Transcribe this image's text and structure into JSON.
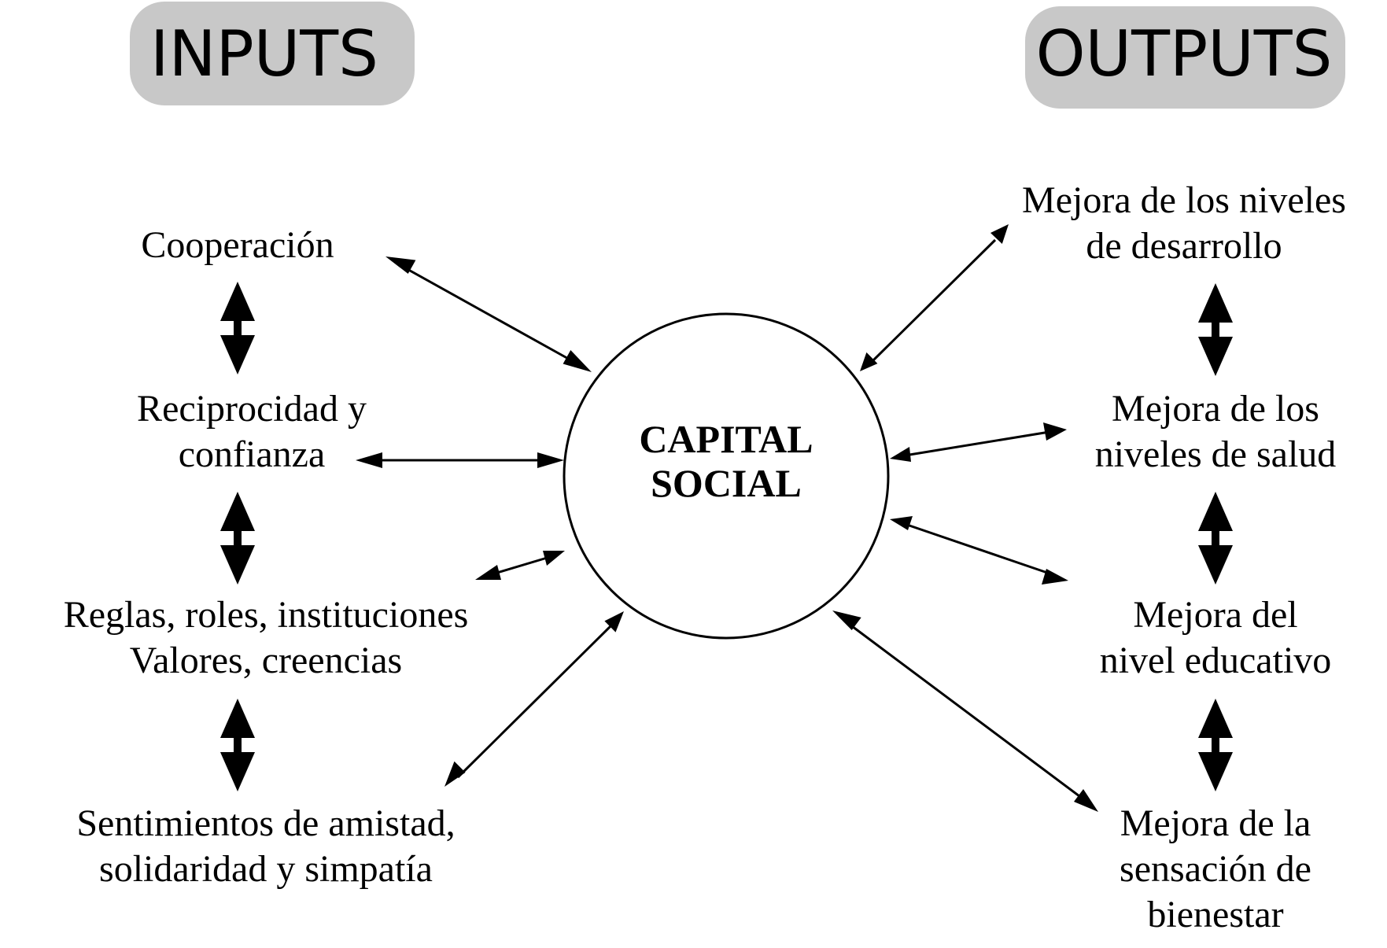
{
  "headers": {
    "inputs": "INPUTS",
    "outputs": "OUTPUTS"
  },
  "center": {
    "line1": "CAPITAL",
    "line2": "SOCIAL"
  },
  "inputs": [
    {
      "lines": [
        "Cooperación"
      ]
    },
    {
      "lines": [
        "Reciprocidad y",
        "confianza"
      ]
    },
    {
      "lines": [
        "Reglas, roles, instituciones",
        "Valores, creencias"
      ]
    },
    {
      "lines": [
        "Sentimientos de amistad,",
        "solidaridad y simpatía"
      ]
    }
  ],
  "outputs": [
    {
      "lines": [
        "Mejora de los niveles",
        "de desarrollo"
      ]
    },
    {
      "lines": [
        "Mejora de los",
        "niveles de salud"
      ]
    },
    {
      "lines": [
        "Mejora del",
        "nivel educativo"
      ]
    },
    {
      "lines": [
        "Mejora de la",
        "sensación de",
        "bienestar"
      ]
    }
  ]
}
